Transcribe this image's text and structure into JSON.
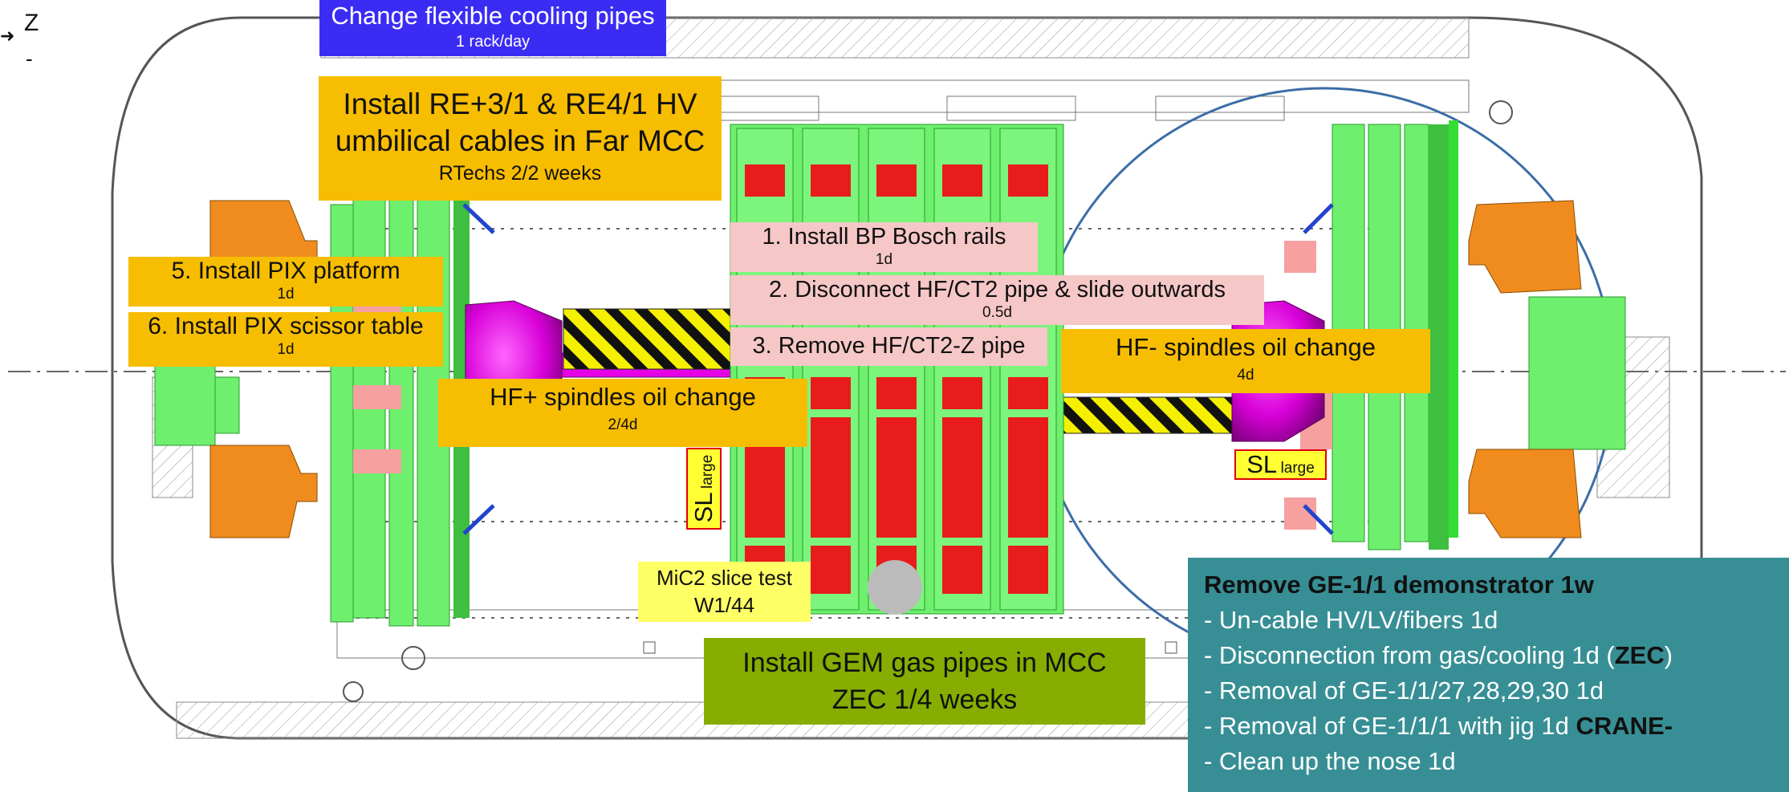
{
  "axis": {
    "arrow_symbol": "➜",
    "z_label": "Z",
    "minus_label": "-"
  },
  "labels": {
    "cooling": {
      "title": "Change flexible cooling pipes",
      "sub": "1 rack/day"
    },
    "re_cables": {
      "line1": "Install RE+3/1 & RE4/1 HV",
      "line2": "umbilical cables in Far MCC",
      "sub": "RTechs   2/2 weeks"
    },
    "pix_platform": {
      "title": "5. Install PIX platform",
      "sub": "1d"
    },
    "pix_scissor": {
      "title": "6. Install PIX scissor table",
      "sub": "1d"
    },
    "bosch_rails": {
      "title": "1. Install BP Bosch rails",
      "sub": "1d"
    },
    "disconnect_hf": {
      "title": "2. Disconnect HF/CT2 pipe & slide outwards",
      "sub": "0.5d"
    },
    "remove_hf": {
      "title": "3. Remove HF/CT2-Z pipe"
    },
    "hf_plus": {
      "title": "HF+ spindles oil change",
      "sub": "2/4d"
    },
    "hf_minus": {
      "title": "HF- spindles oil change",
      "sub": "4d"
    },
    "mic2": {
      "line1": "MiC2 slice test",
      "line2": "W1/44"
    },
    "gem_pipes": {
      "line1": "Install GEM gas pipes in MCC",
      "line2": "ZEC   1/4 weeks"
    },
    "sl_left": {
      "big": "SL",
      "small": "large"
    },
    "sl_right": {
      "big": "SL",
      "small": "large"
    }
  },
  "ge_box": {
    "title": "Remove GE-1/1 demonstrator 1w",
    "items": [
      "- Un-cable HV/LV/fibers 1d",
      "- Disconnection from gas/cooling 1d (",
      "ZEC",
      ")",
      "- Removal of GE-1/1/27,28,29,30 1d",
      "- Removal of GE-1/1/1 with jig 1d ",
      "CRANE-",
      "- Clean up the nose 1d"
    ]
  },
  "colors": {
    "green": "#6ef06e",
    "magenta": "#e600e6",
    "orange_part": "#f08c1e",
    "red_part": "#e81c1c",
    "label_orange": "#f7bd00",
    "label_pink": "#f6c7c7",
    "label_blue": "#3b2cf4",
    "label_olive": "#86ad00",
    "label_teal": "#378f95"
  }
}
